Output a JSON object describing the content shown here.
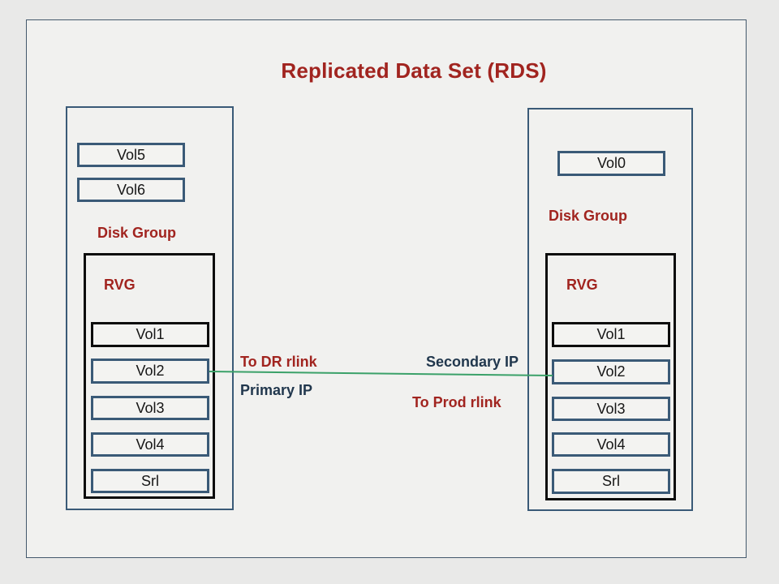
{
  "title": "Replicated Data Set (RDS)",
  "primary_site": {
    "group_label": "Disk Group",
    "standalone_volumes": [
      "Vol5",
      "Vol6"
    ],
    "rvg": {
      "label": "RVG",
      "volumes": [
        "Vol1",
        "Vol2",
        "Vol3",
        "Vol4",
        "Srl"
      ]
    }
  },
  "secondary_site": {
    "group_label": "Disk Group",
    "standalone_volumes": [
      "Vol0"
    ],
    "rvg": {
      "label": "RVG",
      "volumes": [
        "Vol1",
        "Vol2",
        "Vol3",
        "Vol4",
        "Srl"
      ]
    }
  },
  "replication_link": {
    "to_dr_rlink": "To DR rlink",
    "primary_ip": "Primary IP",
    "secondary_ip": "Secondary IP",
    "to_prod_rlink": "To Prod rlink"
  },
  "colors": {
    "red_text": "#a1241f",
    "navy_text": "#21374d",
    "green_line": "#3ba169",
    "blue_border": "#3a5a77"
  }
}
